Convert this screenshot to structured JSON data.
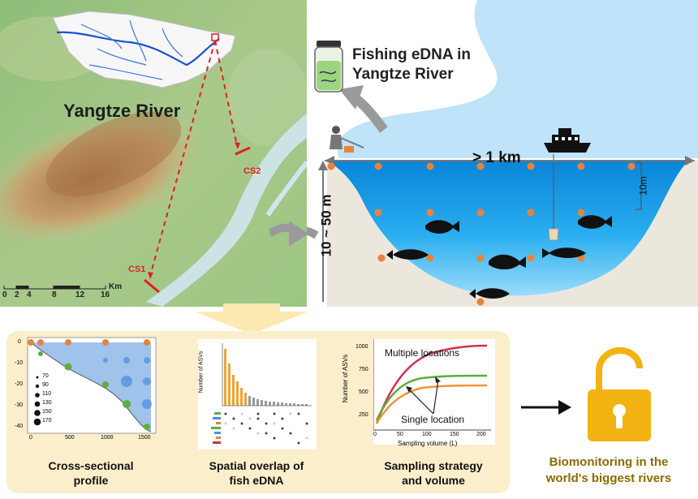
{
  "map": {
    "river_name": "Yangtze River",
    "site_cs1": "CS1",
    "site_cs2": "CS2",
    "scale_unit": "Km",
    "scale_ticks": [
      "0",
      "2",
      "4",
      "8",
      "12",
      "16"
    ]
  },
  "jar_title": {
    "line1": "Fishing eDNA in",
    "line2": "Yangtze River"
  },
  "river_section": {
    "width_label": "> 1 km",
    "depth_label": "10 ~ 50 m",
    "interval_label": "10m"
  },
  "profile_panel": {
    "caption_line1": "Cross-sectional",
    "caption_line2": "profile",
    "legend_values": [
      "70",
      "90",
      "110",
      "130",
      "150",
      "170"
    ],
    "y_ticks": [
      "0",
      "-10",
      "-20",
      "-30",
      "-40"
    ],
    "x_ticks": [
      "0",
      "500",
      "1000",
      "1500"
    ]
  },
  "overlap_panel": {
    "caption_line1": "Spatial overlap of",
    "caption_line2": "fish eDNA",
    "y_label": "Number of ASVs"
  },
  "sampling_panel": {
    "caption_line1": "Sampling strategy",
    "caption_line2": "and volume",
    "label_multiple": "Multiple locations",
    "label_single": "Single location",
    "x_label": "Sampling volume (L)",
    "y_label": "Number of ASVs",
    "y_ticks": [
      "1000",
      "750",
      "500",
      "250"
    ],
    "x_ticks": [
      "0",
      "50",
      "100",
      "150",
      "200"
    ]
  },
  "conclusion": {
    "line1": "Biomonitoring in the",
    "line2": "world's biggest rivers"
  },
  "colors": {
    "water": "#1e9fe8",
    "sky_water": "#b8e0f7",
    "orange_dot": "#e8833a",
    "panel_bg": "#fbeecb",
    "lock": "#f2b312",
    "green": "#5cae3d"
  }
}
